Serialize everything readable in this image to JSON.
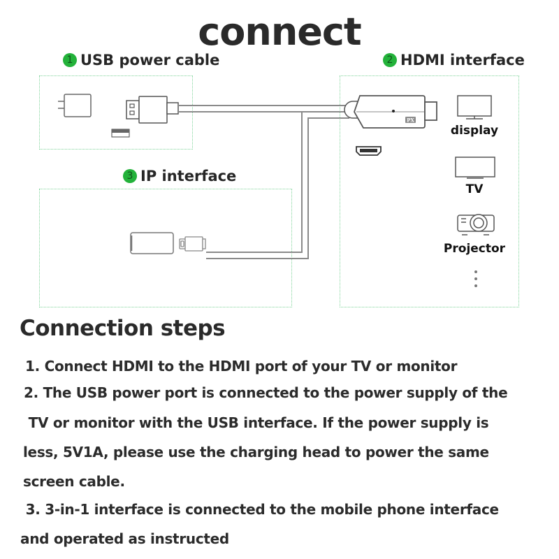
{
  "title": "connect",
  "sections": {
    "usb": {
      "badge": "1",
      "label": "USB power cable"
    },
    "hdmi": {
      "badge": "2",
      "label": "HDMI interface"
    },
    "ip": {
      "badge": "3",
      "label": "IP interface"
    }
  },
  "devices": [
    {
      "icon": "monitor-icon",
      "label": "display"
    },
    {
      "icon": "tv-icon",
      "label": "TV"
    },
    {
      "icon": "projector-icon",
      "label": "Projector"
    }
  ],
  "adapter_brand": "PX",
  "colors": {
    "badge": "#23b23a",
    "box_border": "#7fd49a",
    "cable": "#8a8a8a",
    "text": "#2b2b2b"
  },
  "steps_title": "Connection steps",
  "steps_lines": [
    "1. Connect HDMI to the HDMI port of your TV or monitor",
    "2. The USB power port is connected to the power supply of the",
    " TV or monitor with the USB interface. If the power supply is",
    "less, 5V1A, please use the charging head to power the same",
    "screen cable.",
    " 3. 3-in-1 interface is connected to the mobile phone interface",
    "and operated as instructed"
  ]
}
